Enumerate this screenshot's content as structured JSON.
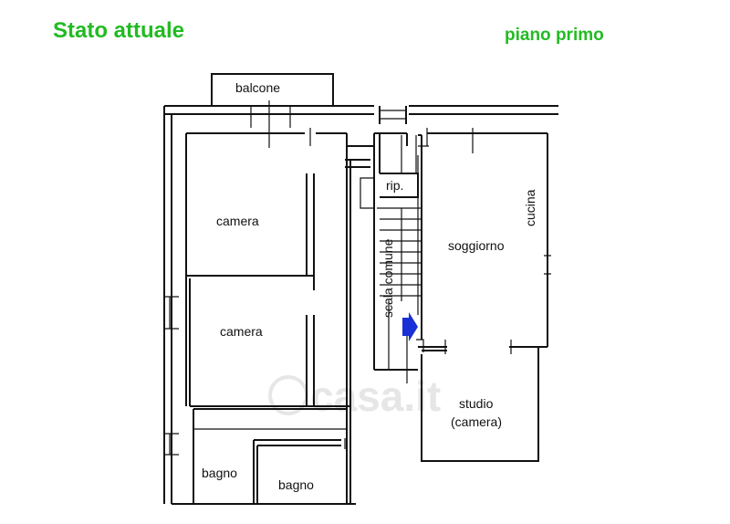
{
  "header": {
    "title": "Stato attuale",
    "floor": "piano primo",
    "text_color": "#22bb22"
  },
  "rooms": {
    "balcone": "balcone",
    "camera_1": "camera",
    "camera_2": "camera",
    "bagno_1": "bagno",
    "bagno_2": "bagno",
    "ripostiglio": "rip.",
    "scala": "scala comune",
    "soggiorno": "soggiorno",
    "cucina": "cucina",
    "studio": "studio",
    "studio_note": "(camera)"
  },
  "watermark": "casa.it",
  "colors": {
    "wall": "#111111",
    "arrow": "#1a2fd6"
  }
}
